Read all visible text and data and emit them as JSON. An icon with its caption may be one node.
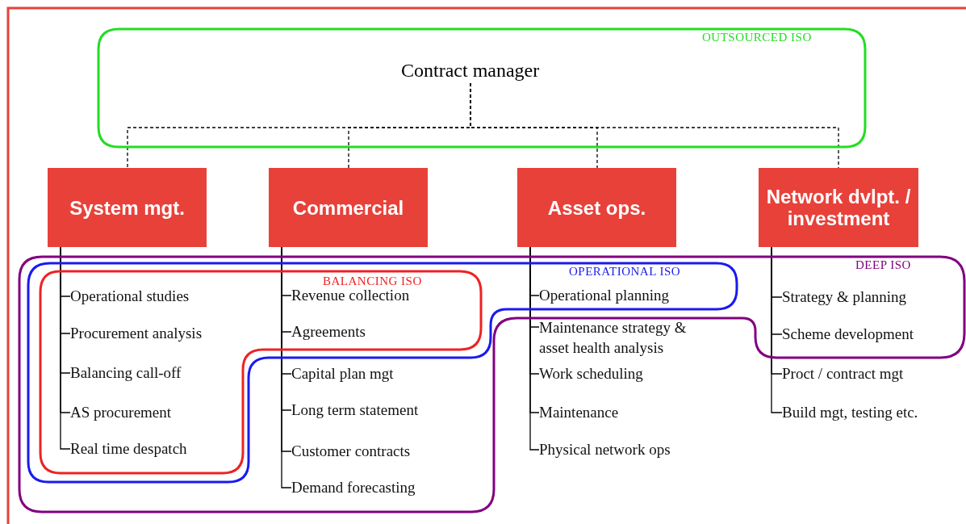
{
  "diagram": {
    "nodes": [
      {
        "text": [
          "OUTSOURCED ISO"
        ]
      },
      {
        "text": [
          "Contract manager"
        ],
        "in": 0
      },
      {
        "text": [
          "System mgt."
        ]
      },
      {
        "text": [
          "Commercial"
        ]
      },
      {
        "text": [
          "Asset ops."
        ]
      },
      {
        "text": [
          "Network dvlpt. / investment"
        ]
      },
      {
        "text": [
          "DEEP ISO"
        ]
      },
      {
        "text": [
          "OPERATIONAL ISO"
        ],
        "in": 6
      },
      {
        "text": [
          "BALANCING ISO"
        ],
        "in": 7
      },
      {
        "text": [
          "Operational studies"
        ],
        "in": 8
      },
      {
        "text": [
          "Procurement analysis"
        ],
        "in": 8
      },
      {
        "text": [
          "Balancing call-off"
        ],
        "in": 8
      },
      {
        "text": [
          "AS procurement"
        ],
        "in": 8
      },
      {
        "text": [
          "Real time despatch"
        ],
        "in": 8
      },
      {
        "text": [
          "Revenue collection"
        ],
        "in": 8
      },
      {
        "text": [
          "Agreements"
        ],
        "in": 8
      },
      {
        "text": [
          "Capital plan mgt"
        ],
        "in": 6
      },
      {
        "text": [
          "Long term statement"
        ],
        "in": 6
      },
      {
        "text": [
          "Customer contracts"
        ],
        "in": 6
      },
      {
        "text": [
          "Demand forecasting"
        ],
        "in": 6
      },
      {
        "text": [
          "Operational planning"
        ],
        "in": 7
      },
      {
        "text": [
          "Maintenance strategy & asset health analysis"
        ]
      },
      {
        "text": [
          "Work scheduling"
        ]
      },
      {
        "text": [
          "Maintenance"
        ]
      },
      {
        "text": [
          "Physical network ops"
        ]
      },
      {
        "text": [
          "Strategy & planning"
        ],
        "in": 6
      },
      {
        "text": [
          "Scheme development"
        ],
        "in": 6
      },
      {
        "text": [
          "Proct / contract mgt"
        ]
      },
      {
        "text": [
          "Build mgt, testing etc."
        ]
      }
    ],
    "edges": [
      {
        "from": 1,
        "to": 2,
        "arrow": "none",
        "style": "dashed"
      },
      {
        "from": 1,
        "to": 3,
        "arrow": "none",
        "style": "dashed"
      },
      {
        "from": 1,
        "to": 4,
        "arrow": "none",
        "style": "dashed"
      },
      {
        "from": 1,
        "to": 5,
        "arrow": "none",
        "style": "dashed"
      },
      {
        "from": 2,
        "to": 9,
        "arrow": "none"
      },
      {
        "from": 2,
        "to": 10,
        "arrow": "none"
      },
      {
        "from": 2,
        "to": 11,
        "arrow": "none"
      },
      {
        "from": 2,
        "to": 12,
        "arrow": "none"
      },
      {
        "from": 2,
        "to": 13,
        "arrow": "none"
      },
      {
        "from": 3,
        "to": 14,
        "arrow": "none"
      },
      {
        "from": 3,
        "to": 15,
        "arrow": "none"
      },
      {
        "from": 3,
        "to": 16,
        "arrow": "none"
      },
      {
        "from": 3,
        "to": 17,
        "arrow": "none"
      },
      {
        "from": 3,
        "to": 18,
        "arrow": "none"
      },
      {
        "from": 3,
        "to": 19,
        "arrow": "none"
      },
      {
        "from": 4,
        "to": 20,
        "arrow": "none"
      },
      {
        "from": 4,
        "to": 21,
        "arrow": "none"
      },
      {
        "from": 4,
        "to": 22,
        "arrow": "none"
      },
      {
        "from": 4,
        "to": 23,
        "arrow": "none"
      },
      {
        "from": 4,
        "to": 24,
        "arrow": "none"
      },
      {
        "from": 5,
        "to": 25,
        "arrow": "none"
      },
      {
        "from": 5,
        "to": 26,
        "arrow": "none"
      },
      {
        "from": 5,
        "to": 27,
        "arrow": "none"
      },
      {
        "from": 5,
        "to": 28,
        "arrow": "none"
      }
    ]
  }
}
